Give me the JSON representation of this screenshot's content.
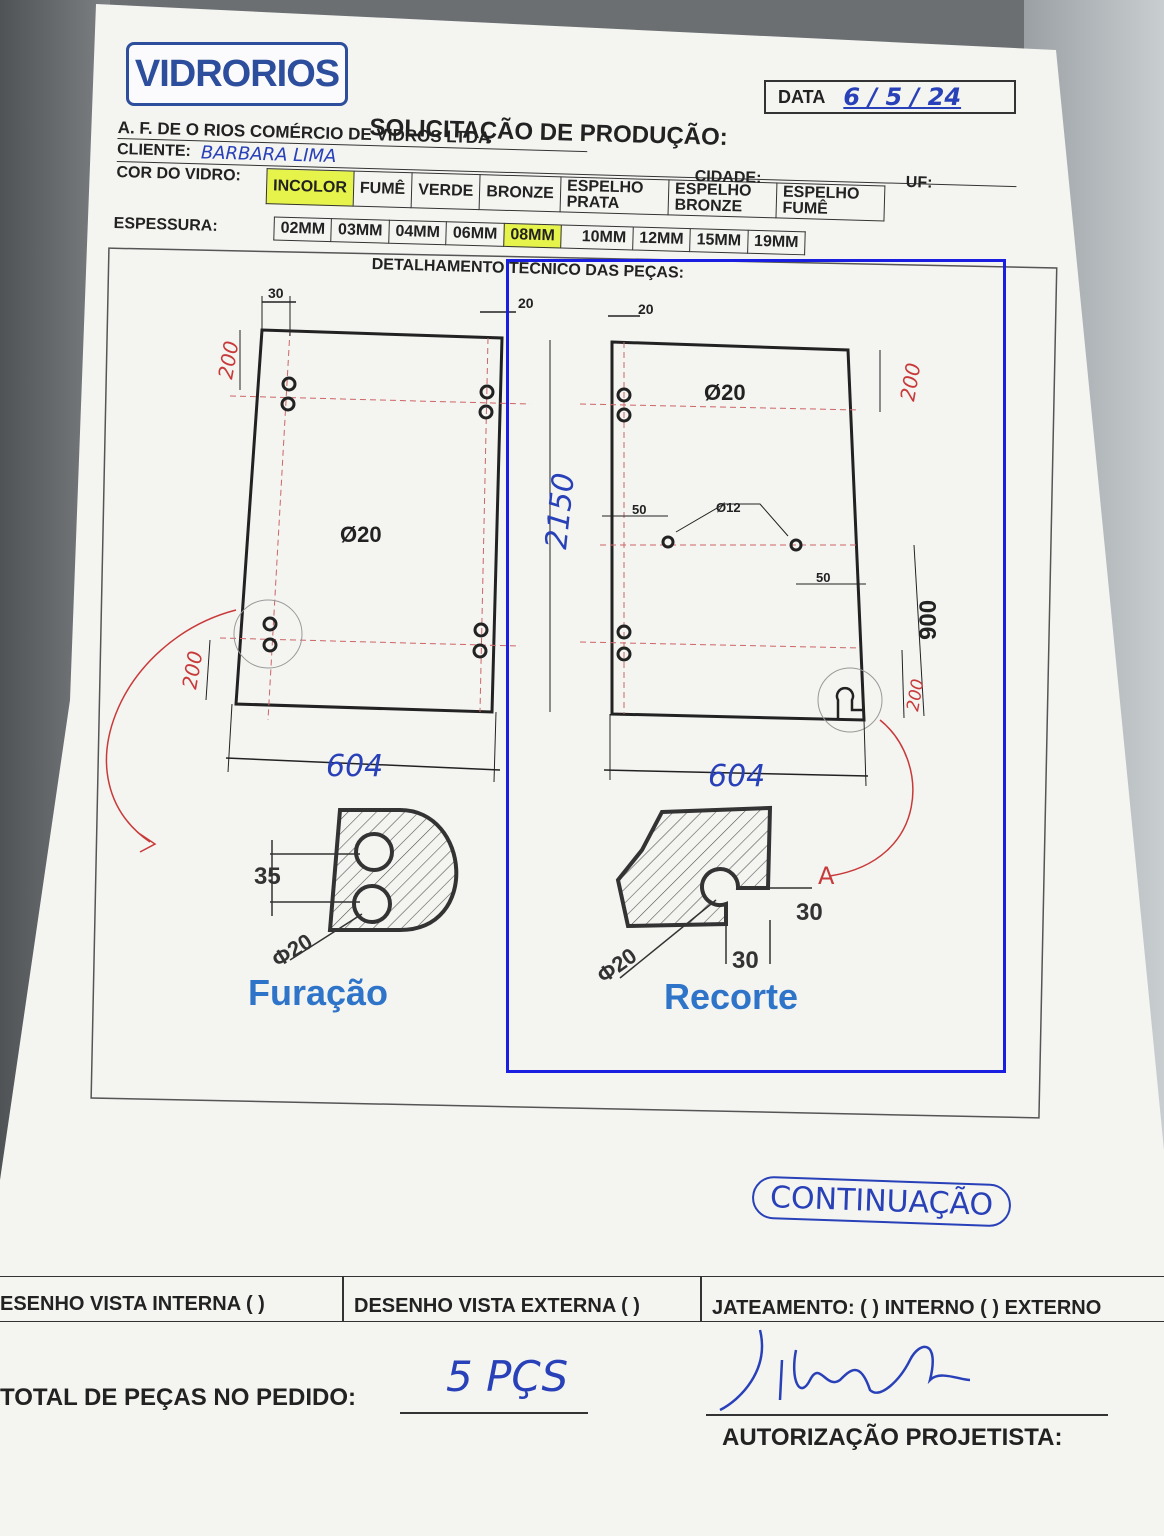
{
  "logo": {
    "text": "VIDRORIOS"
  },
  "header": {
    "date_label": "DATA",
    "date_value": "6 / 5 / 24",
    "title": "SOLICITAÇÃO DE PRODUÇÃO:",
    "company": "A. F. DE O RIOS COMÉRCIO DE VIDROS LTDA",
    "client_label": "CLIENTE:",
    "client_value": "BARBARA LIMA",
    "city_label": "CIDADE:",
    "uf_label": "UF:"
  },
  "glass_color": {
    "label": "COR DO VIDRO:",
    "options": [
      "INCOLOR",
      "FUMÊ",
      "VERDE",
      "BRONZE",
      "ESPELHO PRATA",
      "ESPELHO BRONZE",
      "ESPELHO FUMÊ"
    ],
    "selected": "INCOLOR"
  },
  "thickness": {
    "label": "ESPESSURA:",
    "options": [
      "02MM",
      "03MM",
      "04MM",
      "06MM",
      "08MM",
      "10MM",
      "12MM",
      "15MM",
      "19MM"
    ],
    "selected": "08MM"
  },
  "section_title": "DETALHAMENTO TÉCNICO DAS PEÇAS:",
  "drawing": {
    "left": {
      "top_dim": "30",
      "dim_top_hand": "200",
      "dim_bottom_hand": "200",
      "hole": "Ø20",
      "width_hand": "604"
    },
    "right": {
      "top_dim_left": "20",
      "top_dim": "20",
      "height_hand": "2150",
      "hole": "Ø20",
      "small_hole": "Ø12",
      "dim_50a": "50",
      "dim_50b": "50",
      "dim_200_hand": "200",
      "dim_900": "900",
      "dim_200b_hand": "200",
      "width_hand": "604"
    },
    "furacao": {
      "dim_35": "35",
      "dim_phi": "Φ20",
      "caption": "Furação"
    },
    "recorte": {
      "dim_30a": "30",
      "dim_30b": "30",
      "dim_phi": "Φ20",
      "caption": "Recorte",
      "marker": "A"
    }
  },
  "note_hand": "CONTINUAÇÃO",
  "footer": {
    "internal_view": "ESENHO VISTA INTERNA ( )",
    "external_view": "DESENHO VISTA EXTERNA ( )",
    "sandblast": "JATEAMENTO: ( ) INTERNO ( ) EXTERNO",
    "total_label": "TOTAL DE PEÇAS NO PEDIDO:",
    "total_value": "5 PÇS",
    "authorization_label": "AUTORIZAÇÃO PROJETISTA:"
  },
  "colors": {
    "ink": "#222222",
    "brand_blue": "#2d4e9c",
    "handwriting": "#2840b8",
    "red_ink": "#c83a3a",
    "highlight": "#e6f34a",
    "annotation_box": "#1a1ee0",
    "caption_blue": "#2e74c9"
  }
}
